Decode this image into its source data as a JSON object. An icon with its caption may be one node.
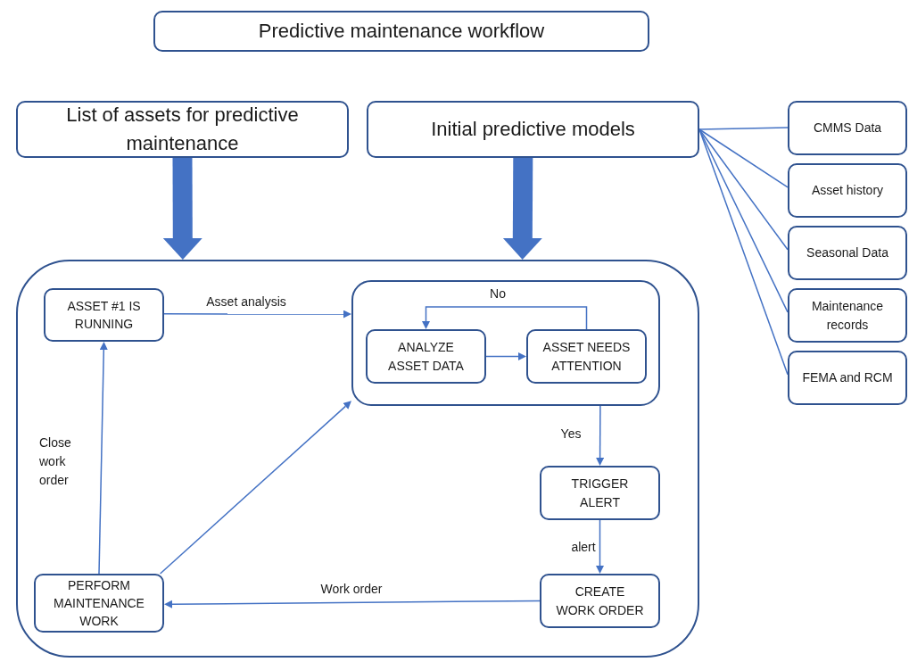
{
  "diagram": {
    "nodes": [
      {
        "text": [
          "Predictive maintenance workflow"
        ]
      },
      {
        "text": [
          "List of assets for predictive maintenance"
        ]
      },
      {
        "text": [
          "Initial predictive models"
        ]
      },
      {
        "text": [
          "CMMS Data"
        ]
      },
      {
        "text": [
          "Asset history"
        ]
      },
      {
        "text": [
          "Seasonal Data"
        ]
      },
      {
        "text": [
          "Maintenance records"
        ]
      },
      {
        "text": [
          "FEMA and RCM"
        ]
      },
      {
        "text": [],
        "shape": "box"
      },
      {
        "text": [
          "ASSET #1 IS RUNNING"
        ],
        "in": 8
      },
      {
        "text": [],
        "shape": "box",
        "in": 8
      },
      {
        "text": [
          "ANALYZE ASSET DATA"
        ],
        "in": 10
      },
      {
        "text": [
          "ASSET NEEDS ATTENTION"
        ],
        "in": 10
      },
      {
        "text": [
          "TRIGGER ALERT"
        ],
        "in": 8
      },
      {
        "text": [
          "CREATE WORK ORDER"
        ],
        "in": 8
      },
      {
        "text": [
          "PERFORM MAINTENANCE WORK"
        ],
        "in": 8
      }
    ],
    "edges": [
      {
        "from": 1,
        "to": 8,
        "arrow": "to",
        "style": "thick"
      },
      {
        "from": 2,
        "to": 8,
        "arrow": "to",
        "style": "thick"
      },
      {
        "from": 2,
        "to": 3,
        "arrow": "none"
      },
      {
        "from": 2,
        "to": 4,
        "arrow": "none"
      },
      {
        "from": 2,
        "to": 5,
        "arrow": "none"
      },
      {
        "from": 2,
        "to": 6,
        "arrow": "none"
      },
      {
        "from": 2,
        "to": 7,
        "arrow": "none"
      },
      {
        "from": 9,
        "to": 10,
        "arrow": "to",
        "label": "Asset analysis"
      },
      {
        "from": 11,
        "to": 12,
        "arrow": "to"
      },
      {
        "from": 12,
        "to": 11,
        "arrow": "to",
        "label": "No"
      },
      {
        "from": 10,
        "to": 13,
        "arrow": "to",
        "label": "Yes"
      },
      {
        "from": 13,
        "to": 14,
        "arrow": "to",
        "label": "alert"
      },
      {
        "from": 14,
        "to": 15,
        "arrow": "to",
        "label": "Work order"
      },
      {
        "from": 15,
        "to": 9,
        "arrow": "to",
        "label": "Close work order"
      },
      {
        "from": 15,
        "to": 10,
        "arrow": "to"
      }
    ]
  }
}
